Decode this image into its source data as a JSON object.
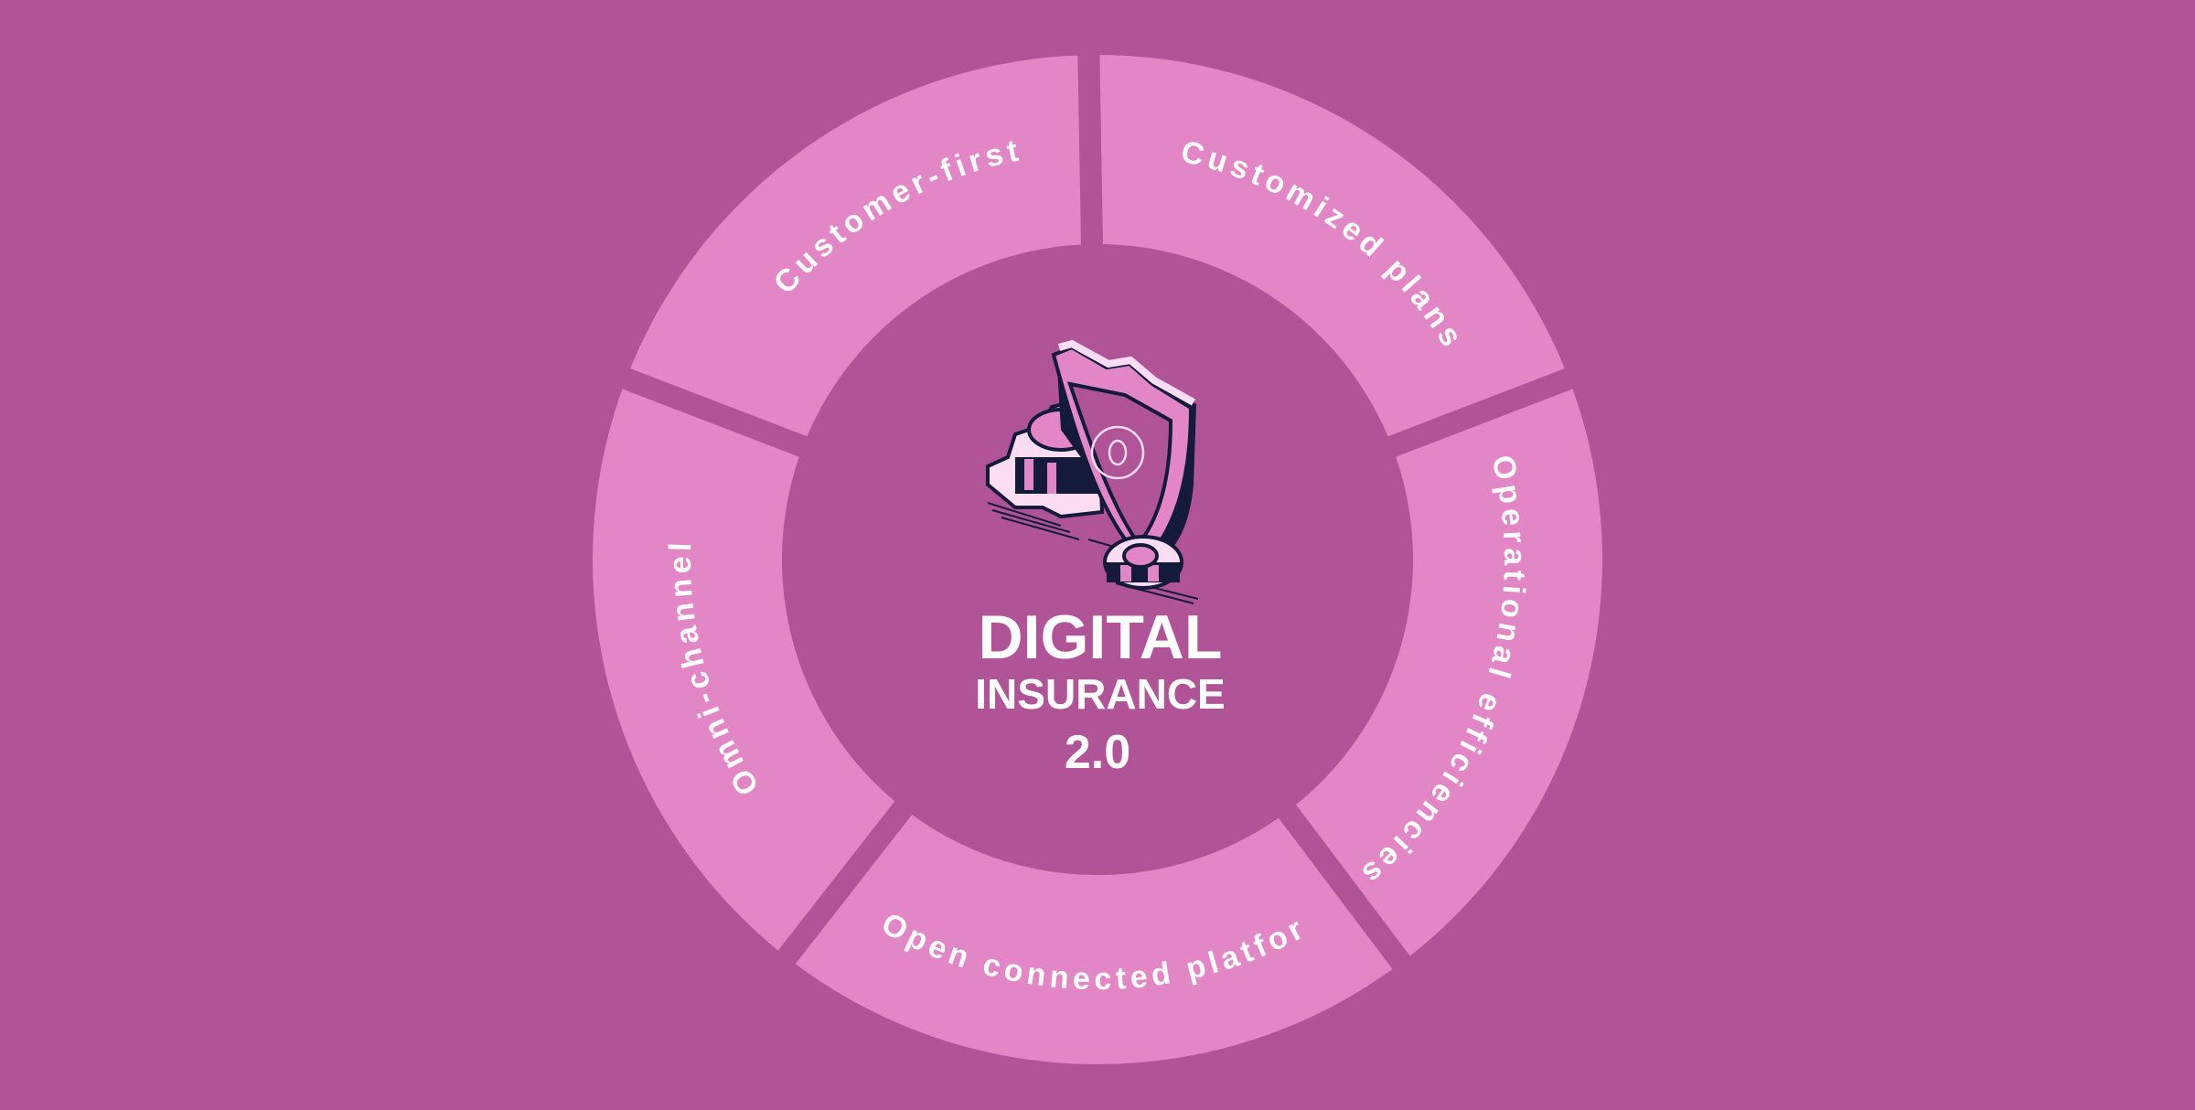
{
  "colors": {
    "background": "#B05497",
    "segment": "#E286C6",
    "text": "#FFFFFF",
    "ink": "#141A3A",
    "light": "#FBDDF3"
  },
  "title": {
    "line1": "DIGITAL",
    "line2": "INSURANCE",
    "line3": "2.0"
  },
  "segments": [
    {
      "label": "Customer-first",
      "icon": "segment"
    },
    {
      "label": "Customized plans",
      "icon": "segment"
    },
    {
      "label": "Operational efficiencies",
      "icon": "segment"
    },
    {
      "label": "Open connected platfor",
      "icon": "segment"
    },
    {
      "label": "Omni-channel",
      "icon": "segment"
    }
  ],
  "center_icon": "shield-with-gears-icon"
}
